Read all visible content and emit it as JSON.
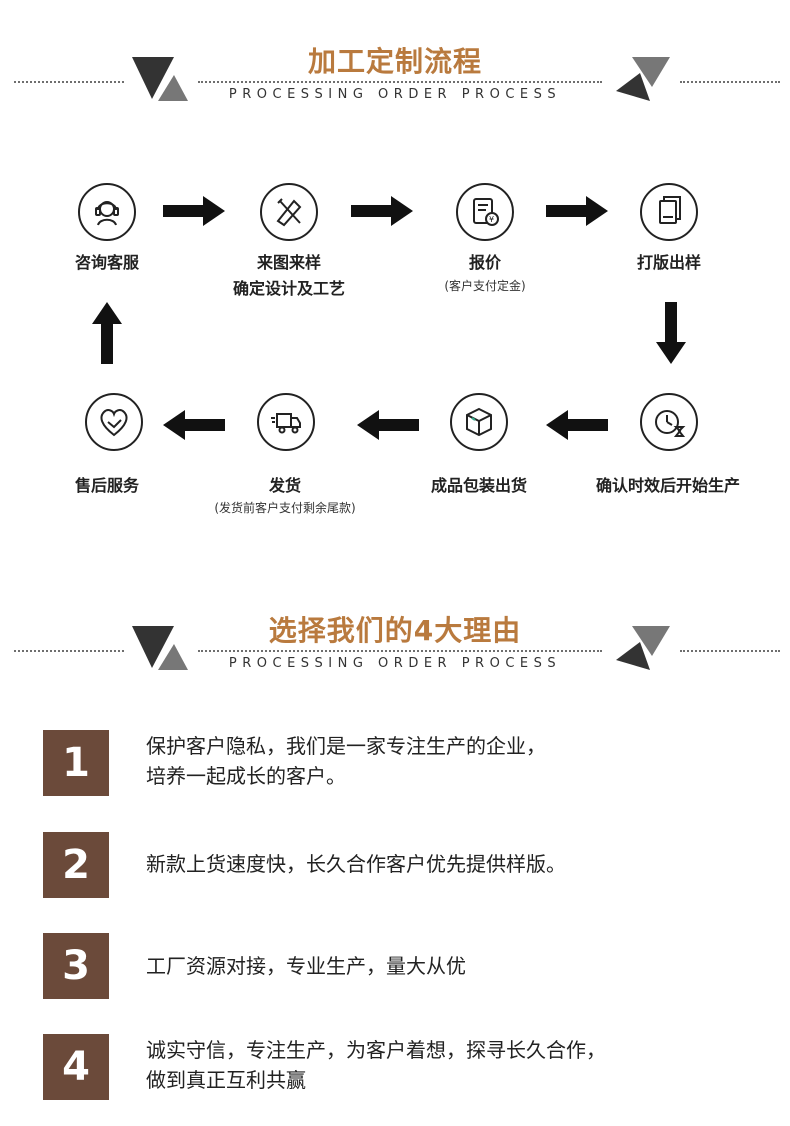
{
  "section1": {
    "title": "加工定制流程",
    "subtitle": "PROCESSING ORDER PROCESS"
  },
  "process": {
    "steps": [
      {
        "label": "咨询客服",
        "note": "",
        "icon": "customer-service-icon"
      },
      {
        "label": "来图来样",
        "label2": "确定设计及工艺",
        "note": "",
        "icon": "design-tools-icon"
      },
      {
        "label": "报价",
        "note": "(客户支付定金)",
        "icon": "quote-document-icon"
      },
      {
        "label": "打版出样",
        "note": "",
        "icon": "sample-book-icon"
      },
      {
        "label": "确认时效后开始生产",
        "note": "",
        "icon": "clock-hourglass-icon"
      },
      {
        "label": "成品包装出货",
        "note": "",
        "icon": "package-box-icon"
      },
      {
        "label": "发货",
        "note": "(发货前客户支付剩余尾款)",
        "icon": "delivery-truck-icon"
      },
      {
        "label": "售后服务",
        "note": "",
        "icon": "handshake-heart-icon"
      }
    ]
  },
  "section2": {
    "title": "选择我们的4大理由",
    "subtitle": "PROCESSING ORDER PROCESS"
  },
  "reasons": [
    {
      "num": "1",
      "line1": "保护客户隐私，我们是一家专注生产的企业，",
      "line2": "培养一起成长的客户。"
    },
    {
      "num": "2",
      "line1": "新款上货速度快，长久合作客户优先提供样版。",
      "line2": ""
    },
    {
      "num": "3",
      "line1": "工厂资源对接，专业生产，量大从优",
      "line2": ""
    },
    {
      "num": "4",
      "line1": "诚实守信，专注生产，为客户着想，探寻长久合作，",
      "line2": "做到真正互利共赢"
    }
  ],
  "colors": {
    "accent": "#b97a3e",
    "number_box": "#6b4a3a"
  }
}
